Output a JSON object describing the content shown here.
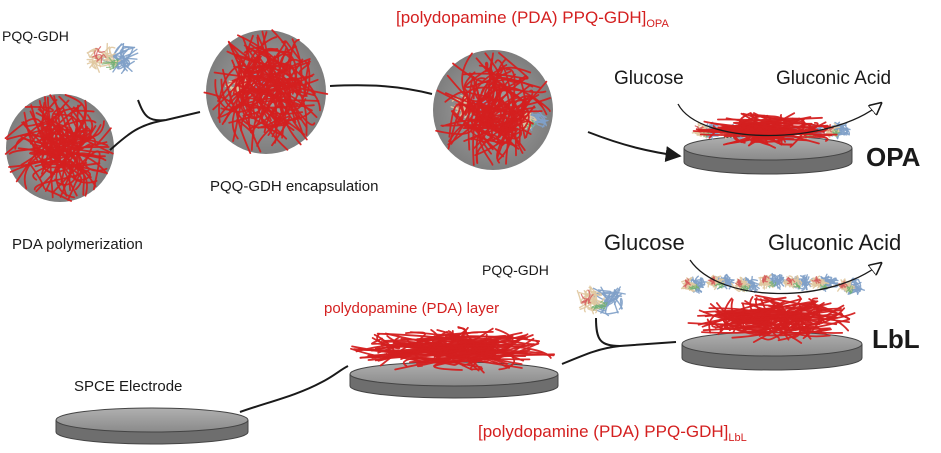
{
  "labels": {
    "enzyme_top": "PQQ-GDH",
    "pda_polymerization": "PDA polymerization",
    "encapsulation": "PQQ-GDH encapsulation",
    "opa_title_main": "[polydopamine (PDA) PPQ-GDH]",
    "opa_title_sub": "OPA",
    "glucose_top": "Glucose",
    "gluconic_top": "Gluconic Acid",
    "opa_method": "OPA",
    "glucose_bottom": "Glucose",
    "gluconic_bottom": "Gluconic Acid",
    "enzyme_bottom": "PQQ-GDH",
    "pda_layer": "polydopamine (PDA) layer",
    "lbl_method": "LbL",
    "spce": "SPCE Electrode",
    "lbl_title_main": "[polydopamine (PDA) PPQ-GDH]",
    "lbl_title_sub": "LbL"
  },
  "colors": {
    "polymer_red": "#d42020",
    "electrode_gray": "#8a8a8a",
    "enzyme_blue": "#7fa0c8",
    "enzyme_tan": "#e0c8a0",
    "text_dark": "#1a1a1a"
  }
}
